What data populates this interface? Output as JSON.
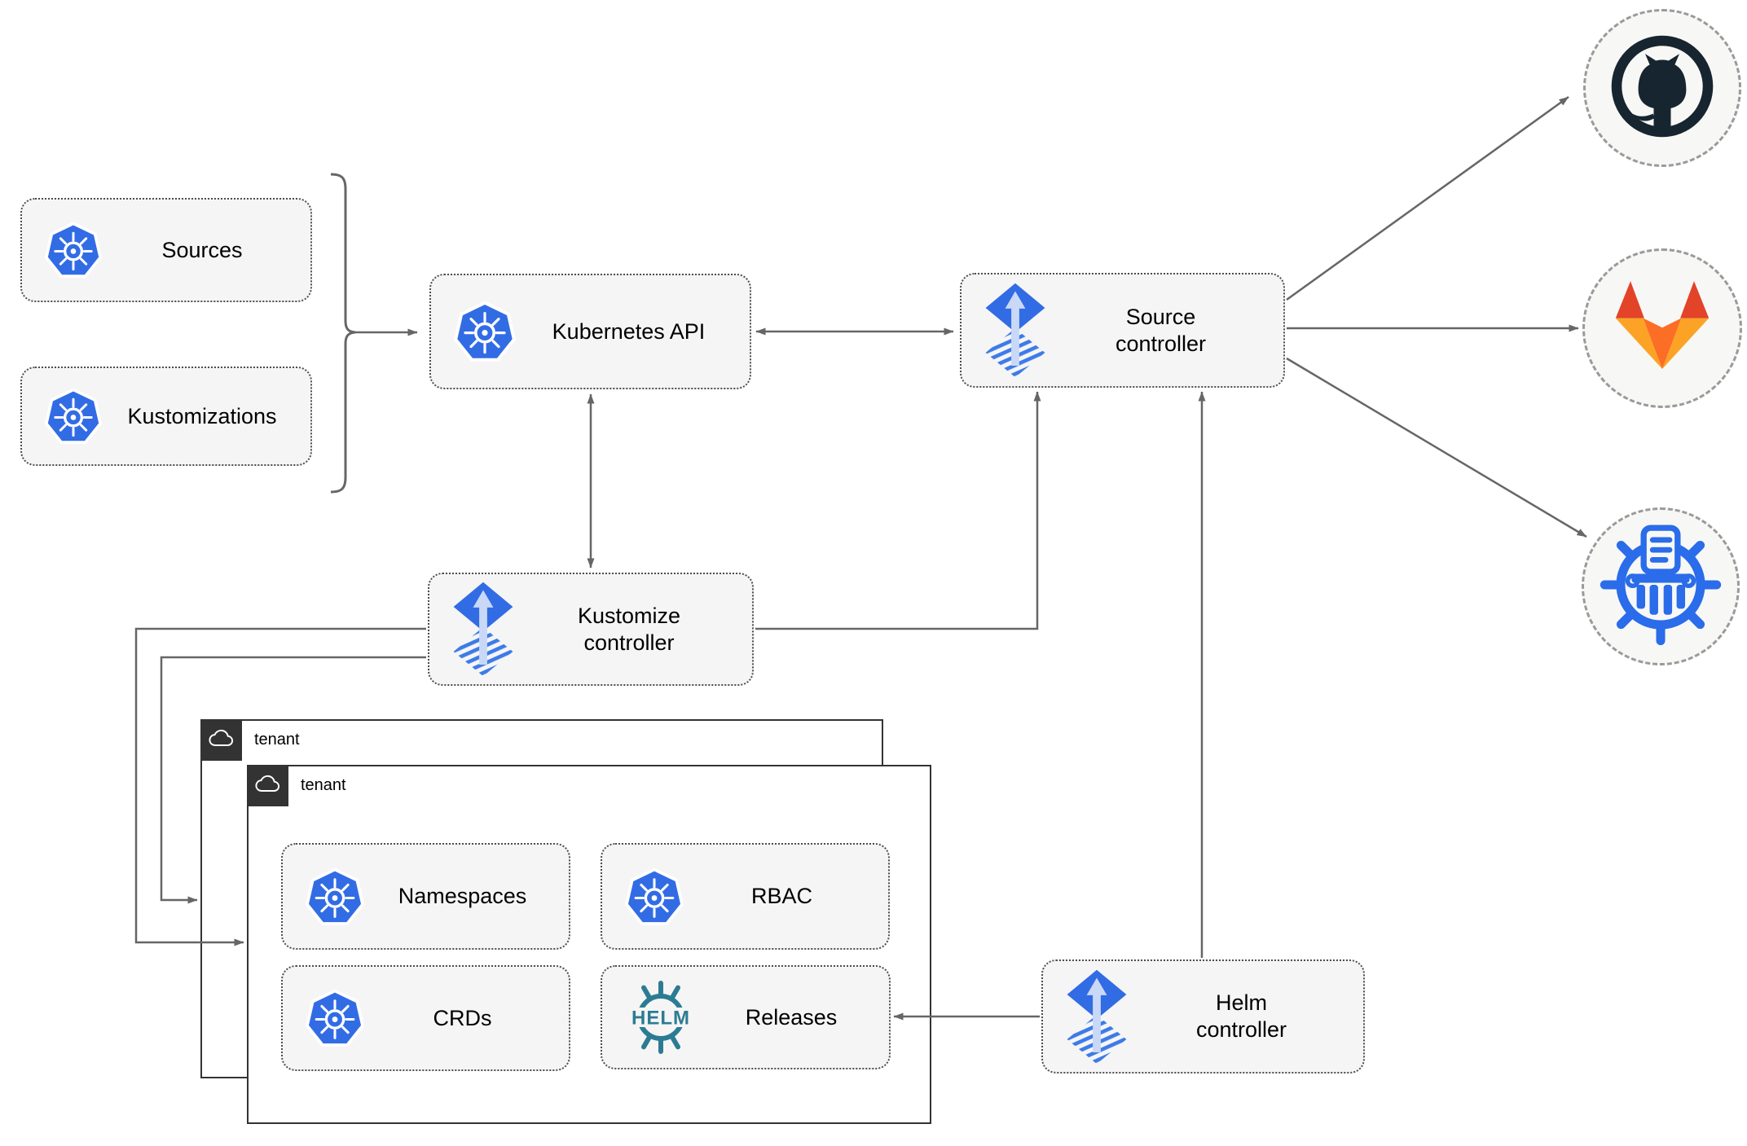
{
  "nodes": {
    "sources": {
      "label": "Sources",
      "icon": "kubernetes-icon"
    },
    "kustomizations": {
      "label": "Kustomizations",
      "icon": "kubernetes-icon"
    },
    "kubernetes_api": {
      "label": "Kubernetes API",
      "icon": "kubernetes-icon"
    },
    "source_controller": {
      "label_line1": "Source",
      "label_line2": "controller",
      "icon": "flux-icon"
    },
    "kustomize_controller": {
      "label_line1": "Kustomize",
      "label_line2": "controller",
      "icon": "flux-icon"
    },
    "helm_controller": {
      "label_line1": "Helm",
      "label_line2": "controller",
      "icon": "flux-icon"
    },
    "tenant_outer": {
      "label": "tenant",
      "icon": "cloud-icon"
    },
    "tenant_inner": {
      "label": "tenant",
      "icon": "cloud-icon"
    },
    "namespaces": {
      "label": "Namespaces",
      "icon": "kubernetes-icon"
    },
    "rbac": {
      "label": "RBAC",
      "icon": "kubernetes-icon"
    },
    "crds": {
      "label": "CRDs",
      "icon": "kubernetes-icon"
    },
    "releases": {
      "label": "Releases",
      "icon": "helm-icon",
      "icon_text": "HELM"
    },
    "github": {
      "icon": "github-icon"
    },
    "gitlab": {
      "icon": "gitlab-icon"
    },
    "chartmuseum": {
      "icon": "chartmuseum-icon"
    }
  },
  "colors": {
    "kubernetes_blue": "#326CE5",
    "flux_blue": "#316CE4",
    "flux_arrow_light": "#C9D8F6",
    "github_dark": "#16252F",
    "gitlab_dark_orange": "#E24329",
    "gitlab_orange": "#FC6D26",
    "gitlab_yellow": "#FCA326",
    "chartmuseum_blue": "#2A6CEA",
    "helm_teal": "#2B7C93",
    "node_fill": "#F5F5F5",
    "node_border": "#4D4D4D",
    "tenant_border": "#333333",
    "connector": "#666666"
  }
}
